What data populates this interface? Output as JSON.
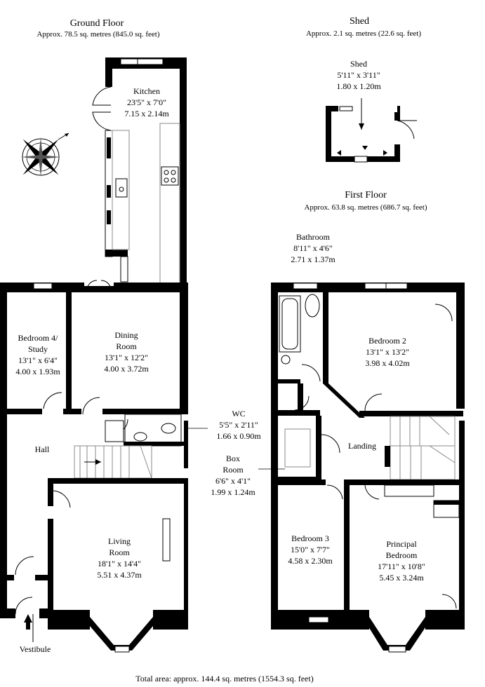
{
  "ground_floor": {
    "title": "Ground Floor",
    "area": "Approx. 78.5 sq. metres (845.0 sq. feet)",
    "rooms": {
      "kitchen": [
        "Kitchen",
        "23'5\" x 7'0\"",
        "7.15 x 2.14m"
      ],
      "bedroom4": [
        "Bedroom 4/",
        "Study",
        "13'1\" x 6'4\"",
        "4.00 x 1.93m"
      ],
      "dining": [
        "Dining",
        "Room",
        "13'1\" x 12'2\"",
        "4.00 x 3.72m"
      ],
      "hall": [
        "Hall"
      ],
      "living": [
        "Living",
        "Room",
        "18'1\" x 14'4\"",
        "5.51 x 4.37m"
      ],
      "vestibule": [
        "Vestibule"
      ]
    }
  },
  "shed": {
    "title": "Shed",
    "area": "Approx. 2.1 sq. metres (22.6 sq. feet)",
    "room": [
      "Shed",
      "5'11\" x 3'11\"",
      "1.80 x 1.20m"
    ]
  },
  "first_floor": {
    "title": "First Floor",
    "area": "Approx. 63.8 sq. metres (686.7 sq. feet)",
    "rooms": {
      "bathroom": [
        "Bathroom",
        "8'11\" x 4'6\"",
        "2.71 x 1.37m"
      ],
      "bedroom2": [
        "Bedroom 2",
        "13'1\" x 13'2\"",
        "3.98 x 4.02m"
      ],
      "wc": [
        "WC",
        "5'5\" x 2'11\"",
        "1.66 x 0.90m"
      ],
      "boxroom": [
        "Box",
        "Room",
        "6'6\" x 4'1\"",
        "1.99 x 1.24m"
      ],
      "landing": [
        "Landing"
      ],
      "bedroom3": [
        "Bedroom 3",
        "15'0\" x 7'7\"",
        "4.58 x 2.30m"
      ],
      "principal": [
        "Principal",
        "Bedroom",
        "17'11\" x 10'8\"",
        "5.45 x 3.24m"
      ]
    }
  },
  "total_area": "Total area: approx. 144.4 sq. metres (1554.3 sq. feet)"
}
